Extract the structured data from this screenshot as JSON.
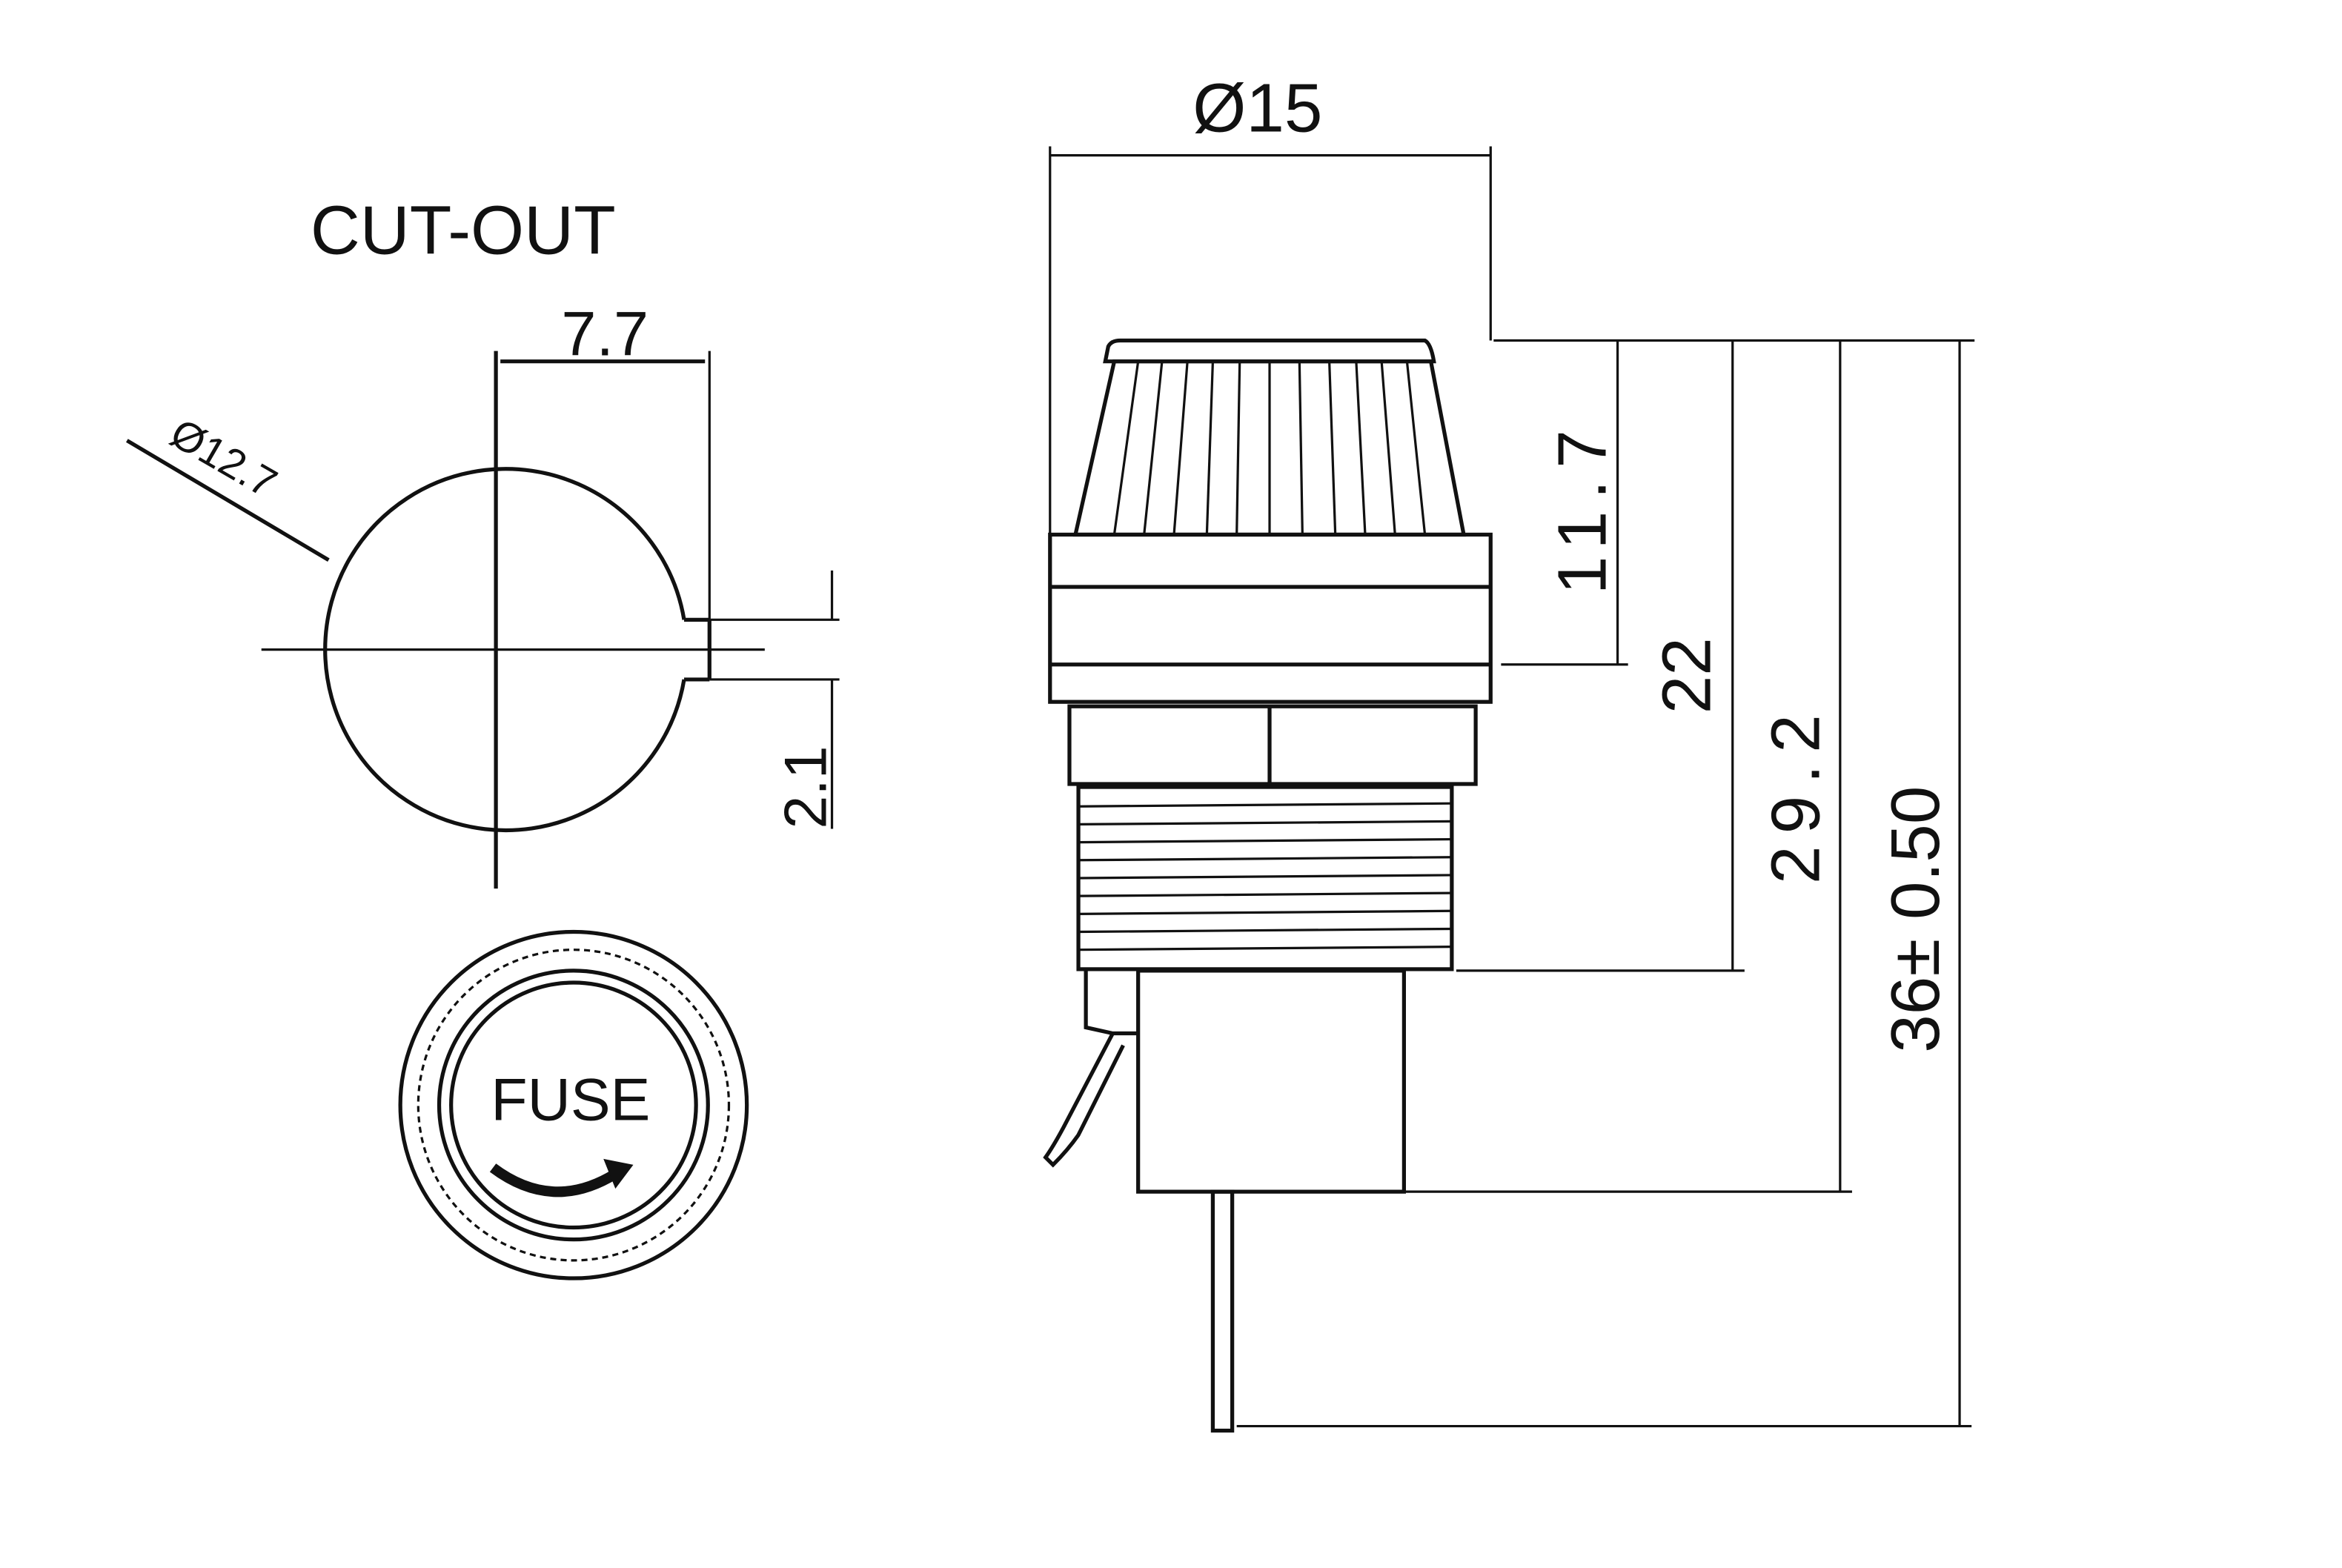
{
  "cutout": {
    "title": "CUT-OUT",
    "width_label": "7.7",
    "diameter_label": "Ø12.7",
    "slot_label": "2.1"
  },
  "cap_face": {
    "label": "FUSE"
  },
  "side_view": {
    "diameter_label": "Ø15",
    "dim_cap": "11.7",
    "dim_thread": "22",
    "dim_body": "29.2",
    "dim_total": "36± 0.50"
  },
  "colors": {
    "line": "#111111",
    "background": "#ffffff"
  }
}
